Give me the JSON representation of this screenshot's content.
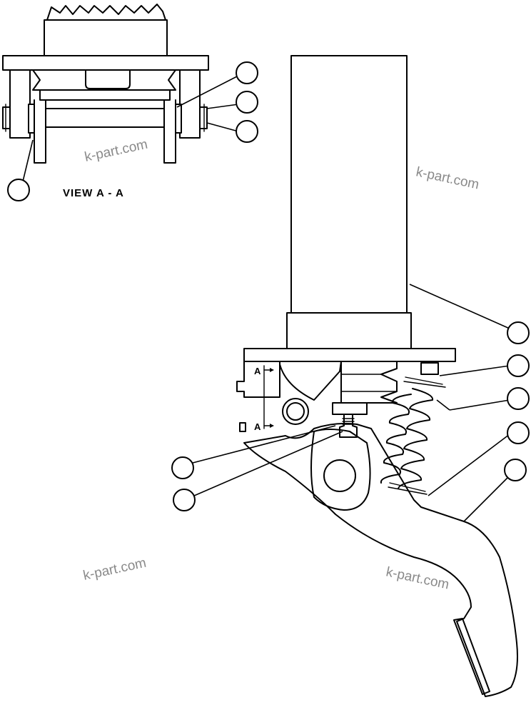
{
  "view_title": "VIEW A - A",
  "section_marker": "A",
  "watermark": "k-part.com",
  "callout_count": 11
}
